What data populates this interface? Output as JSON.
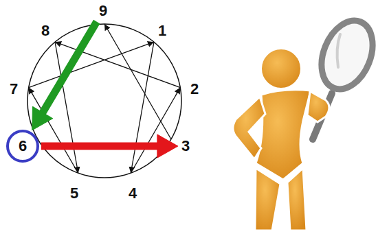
{
  "diagram": {
    "nodes": [
      {
        "text": [
          "9"
        ]
      },
      {
        "text": [
          "8"
        ]
      },
      {
        "text": [
          "1"
        ]
      },
      {
        "text": [
          "7"
        ]
      },
      {
        "text": [
          "2"
        ]
      },
      {
        "text": [
          "6"
        ]
      },
      {
        "text": [
          "3"
        ]
      },
      {
        "text": [
          "5"
        ]
      },
      {
        "text": [
          "4"
        ]
      }
    ],
    "edges": [
      {
        "from": 0,
        "to": 5,
        "arrow": "to"
      },
      {
        "from": 5,
        "to": 6,
        "arrow": "to"
      }
    ]
  }
}
